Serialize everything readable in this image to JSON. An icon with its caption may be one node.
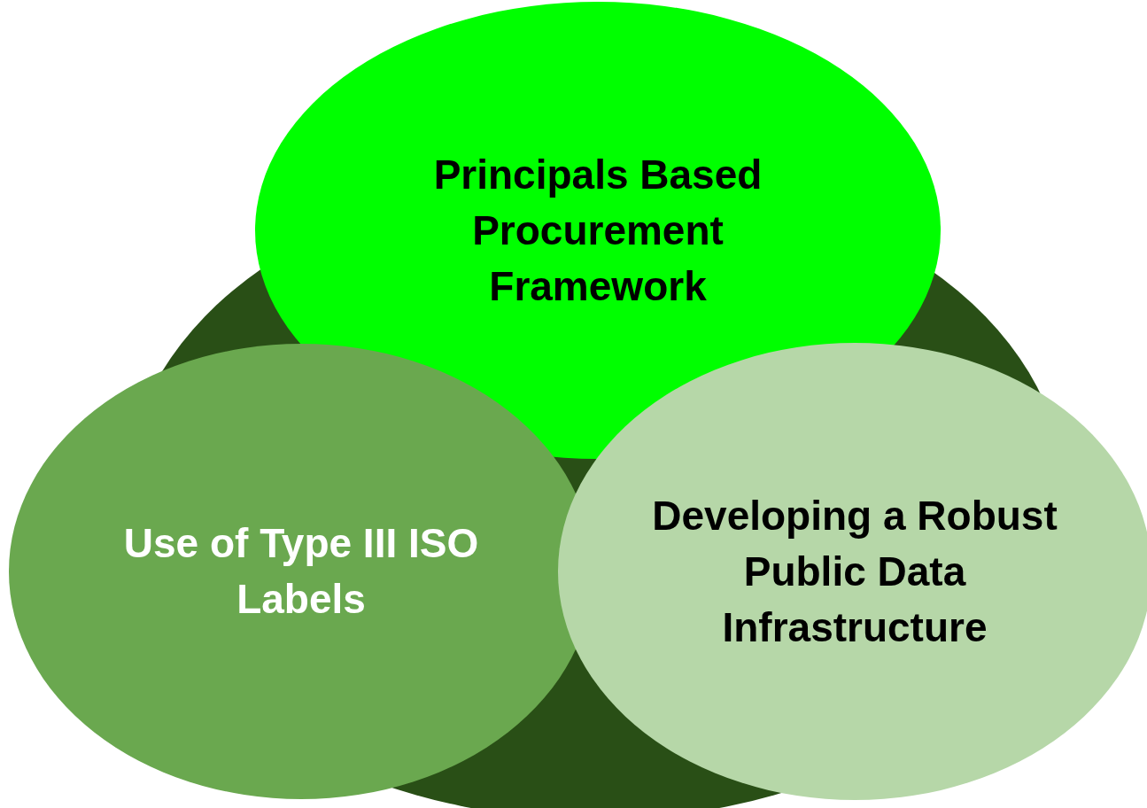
{
  "diagram": {
    "nodes": [
      {
        "text": [],
        "shape": "circle"
      },
      {
        "text": [
          "Principals Based Procurement Framework"
        ]
      },
      {
        "text": [
          "Use of Type III ISO Labels"
        ]
      },
      {
        "text": [
          "Developing a Robust Public Data Infrastructure"
        ]
      }
    ]
  }
}
